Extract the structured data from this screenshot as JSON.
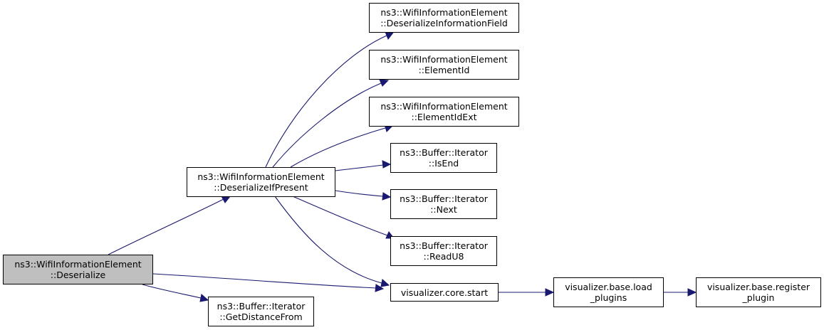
{
  "colors": {
    "edge": "#191970",
    "root_fill": "#bfbfbf",
    "node_fill": "#ffffff",
    "border": "#000000"
  },
  "nodes": {
    "deserialize": {
      "line1": "ns3::WifiInformationElement",
      "line2": "::Deserialize"
    },
    "deserialize_if_present": {
      "line1": "ns3::WifiInformationElement",
      "line2": "::DeserializeIfPresent"
    },
    "get_distance_from": {
      "line1": "ns3::Buffer::Iterator",
      "line2": "::GetDistanceFrom"
    },
    "deserialize_information_field": {
      "line1": "ns3::WifiInformationElement",
      "line2": "::DeserializeInformationField"
    },
    "element_id": {
      "line1": "ns3::WifiInformationElement",
      "line2": "::ElementId"
    },
    "element_id_ext": {
      "line1": "ns3::WifiInformationElement",
      "line2": "::ElementIdExt"
    },
    "is_end": {
      "line1": "ns3::Buffer::Iterator",
      "line2": "::IsEnd"
    },
    "next": {
      "line1": "ns3::Buffer::Iterator",
      "line2": "::Next"
    },
    "read_u8": {
      "line1": "ns3::Buffer::Iterator",
      "line2": "::ReadU8"
    },
    "visualizer_core_start": {
      "line1": "visualizer.core.start"
    },
    "visualizer_base_load_plugins": {
      "line1": "visualizer.base.load",
      "line2": "_plugins"
    },
    "visualizer_base_register_plugin": {
      "line1": "visualizer.base.register",
      "line2": "_plugin"
    }
  }
}
